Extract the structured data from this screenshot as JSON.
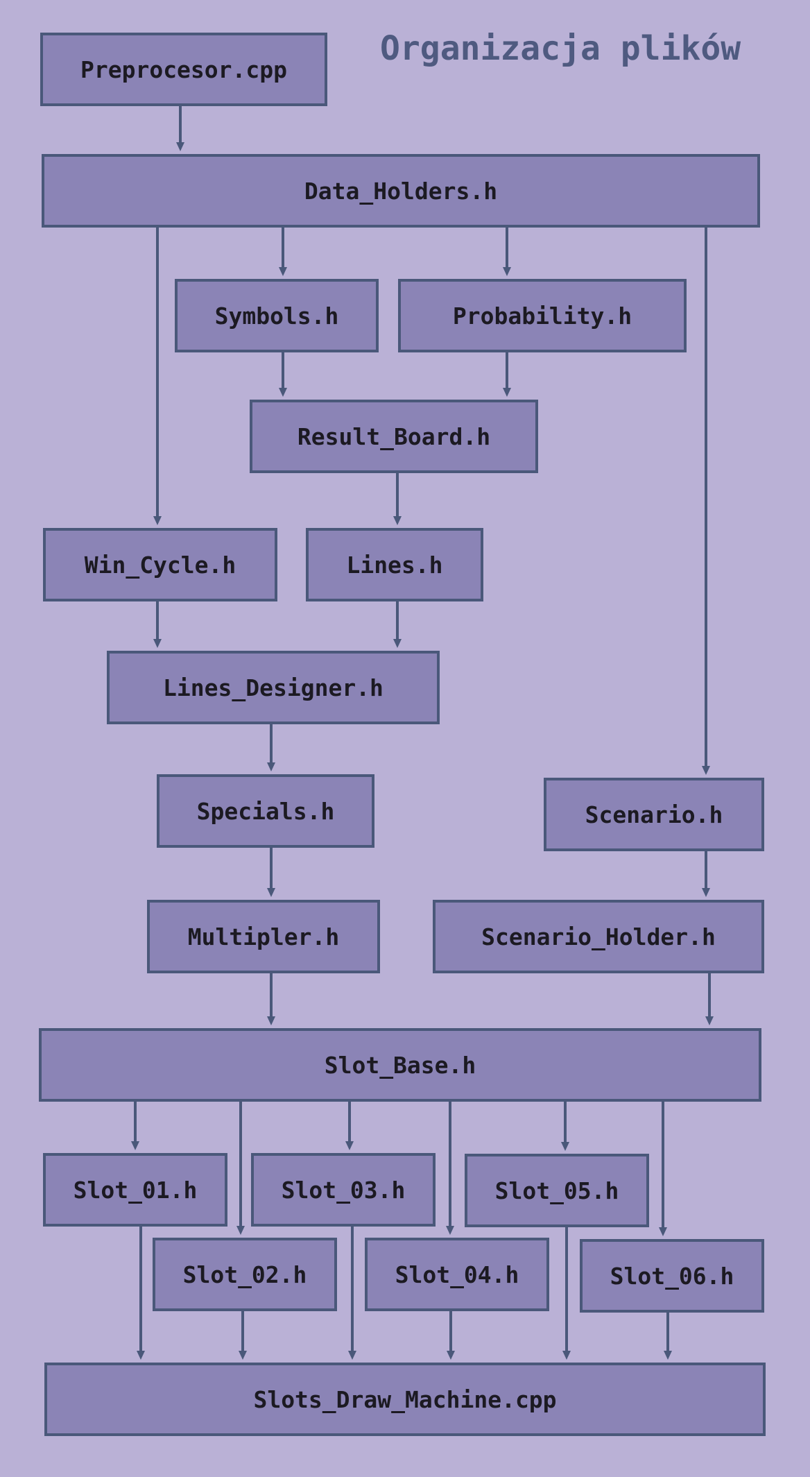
{
  "title": "Organizacja plików",
  "colors": {
    "background": "#bab1d6",
    "box_fill": "#8b84b6",
    "box_border": "#4a587a",
    "title": "#4f5a80",
    "text": "#1c1a22"
  },
  "nodes": {
    "preprocesor": "Preprocesor.cpp",
    "data_holders": "Data_Holders.h",
    "symbols": "Symbols.h",
    "probability": "Probability.h",
    "result_board": "Result_Board.h",
    "win_cycle": "Win_Cycle.h",
    "lines": "Lines.h",
    "lines_designer": "Lines_Designer.h",
    "specials": "Specials.h",
    "scenario": "Scenario.h",
    "multipler": "Multipler.h",
    "scenario_holder": "Scenario_Holder.h",
    "slot_base": "Slot_Base.h",
    "slot_01": "Slot_01.h",
    "slot_02": "Slot_02.h",
    "slot_03": "Slot_03.h",
    "slot_04": "Slot_04.h",
    "slot_05": "Slot_05.h",
    "slot_06": "Slot_06.h",
    "slots_draw_machine": "Slots_Draw_Machine.cpp"
  },
  "edges": [
    [
      "preprocesor",
      "data_holders"
    ],
    [
      "data_holders",
      "symbols"
    ],
    [
      "data_holders",
      "probability"
    ],
    [
      "data_holders",
      "win_cycle"
    ],
    [
      "data_holders",
      "scenario"
    ],
    [
      "symbols",
      "result_board"
    ],
    [
      "probability",
      "result_board"
    ],
    [
      "result_board",
      "lines"
    ],
    [
      "win_cycle",
      "lines_designer"
    ],
    [
      "lines",
      "lines_designer"
    ],
    [
      "lines_designer",
      "specials"
    ],
    [
      "specials",
      "multipler"
    ],
    [
      "scenario",
      "scenario_holder"
    ],
    [
      "multipler",
      "slot_base"
    ],
    [
      "scenario_holder",
      "slot_base"
    ],
    [
      "slot_base",
      "slot_01"
    ],
    [
      "slot_base",
      "slot_02"
    ],
    [
      "slot_base",
      "slot_03"
    ],
    [
      "slot_base",
      "slot_04"
    ],
    [
      "slot_base",
      "slot_05"
    ],
    [
      "slot_base",
      "slot_06"
    ],
    [
      "slot_01",
      "slots_draw_machine"
    ],
    [
      "slot_02",
      "slots_draw_machine"
    ],
    [
      "slot_03",
      "slots_draw_machine"
    ],
    [
      "slot_04",
      "slots_draw_machine"
    ],
    [
      "slot_05",
      "slots_draw_machine"
    ],
    [
      "slot_06",
      "slots_draw_machine"
    ]
  ]
}
